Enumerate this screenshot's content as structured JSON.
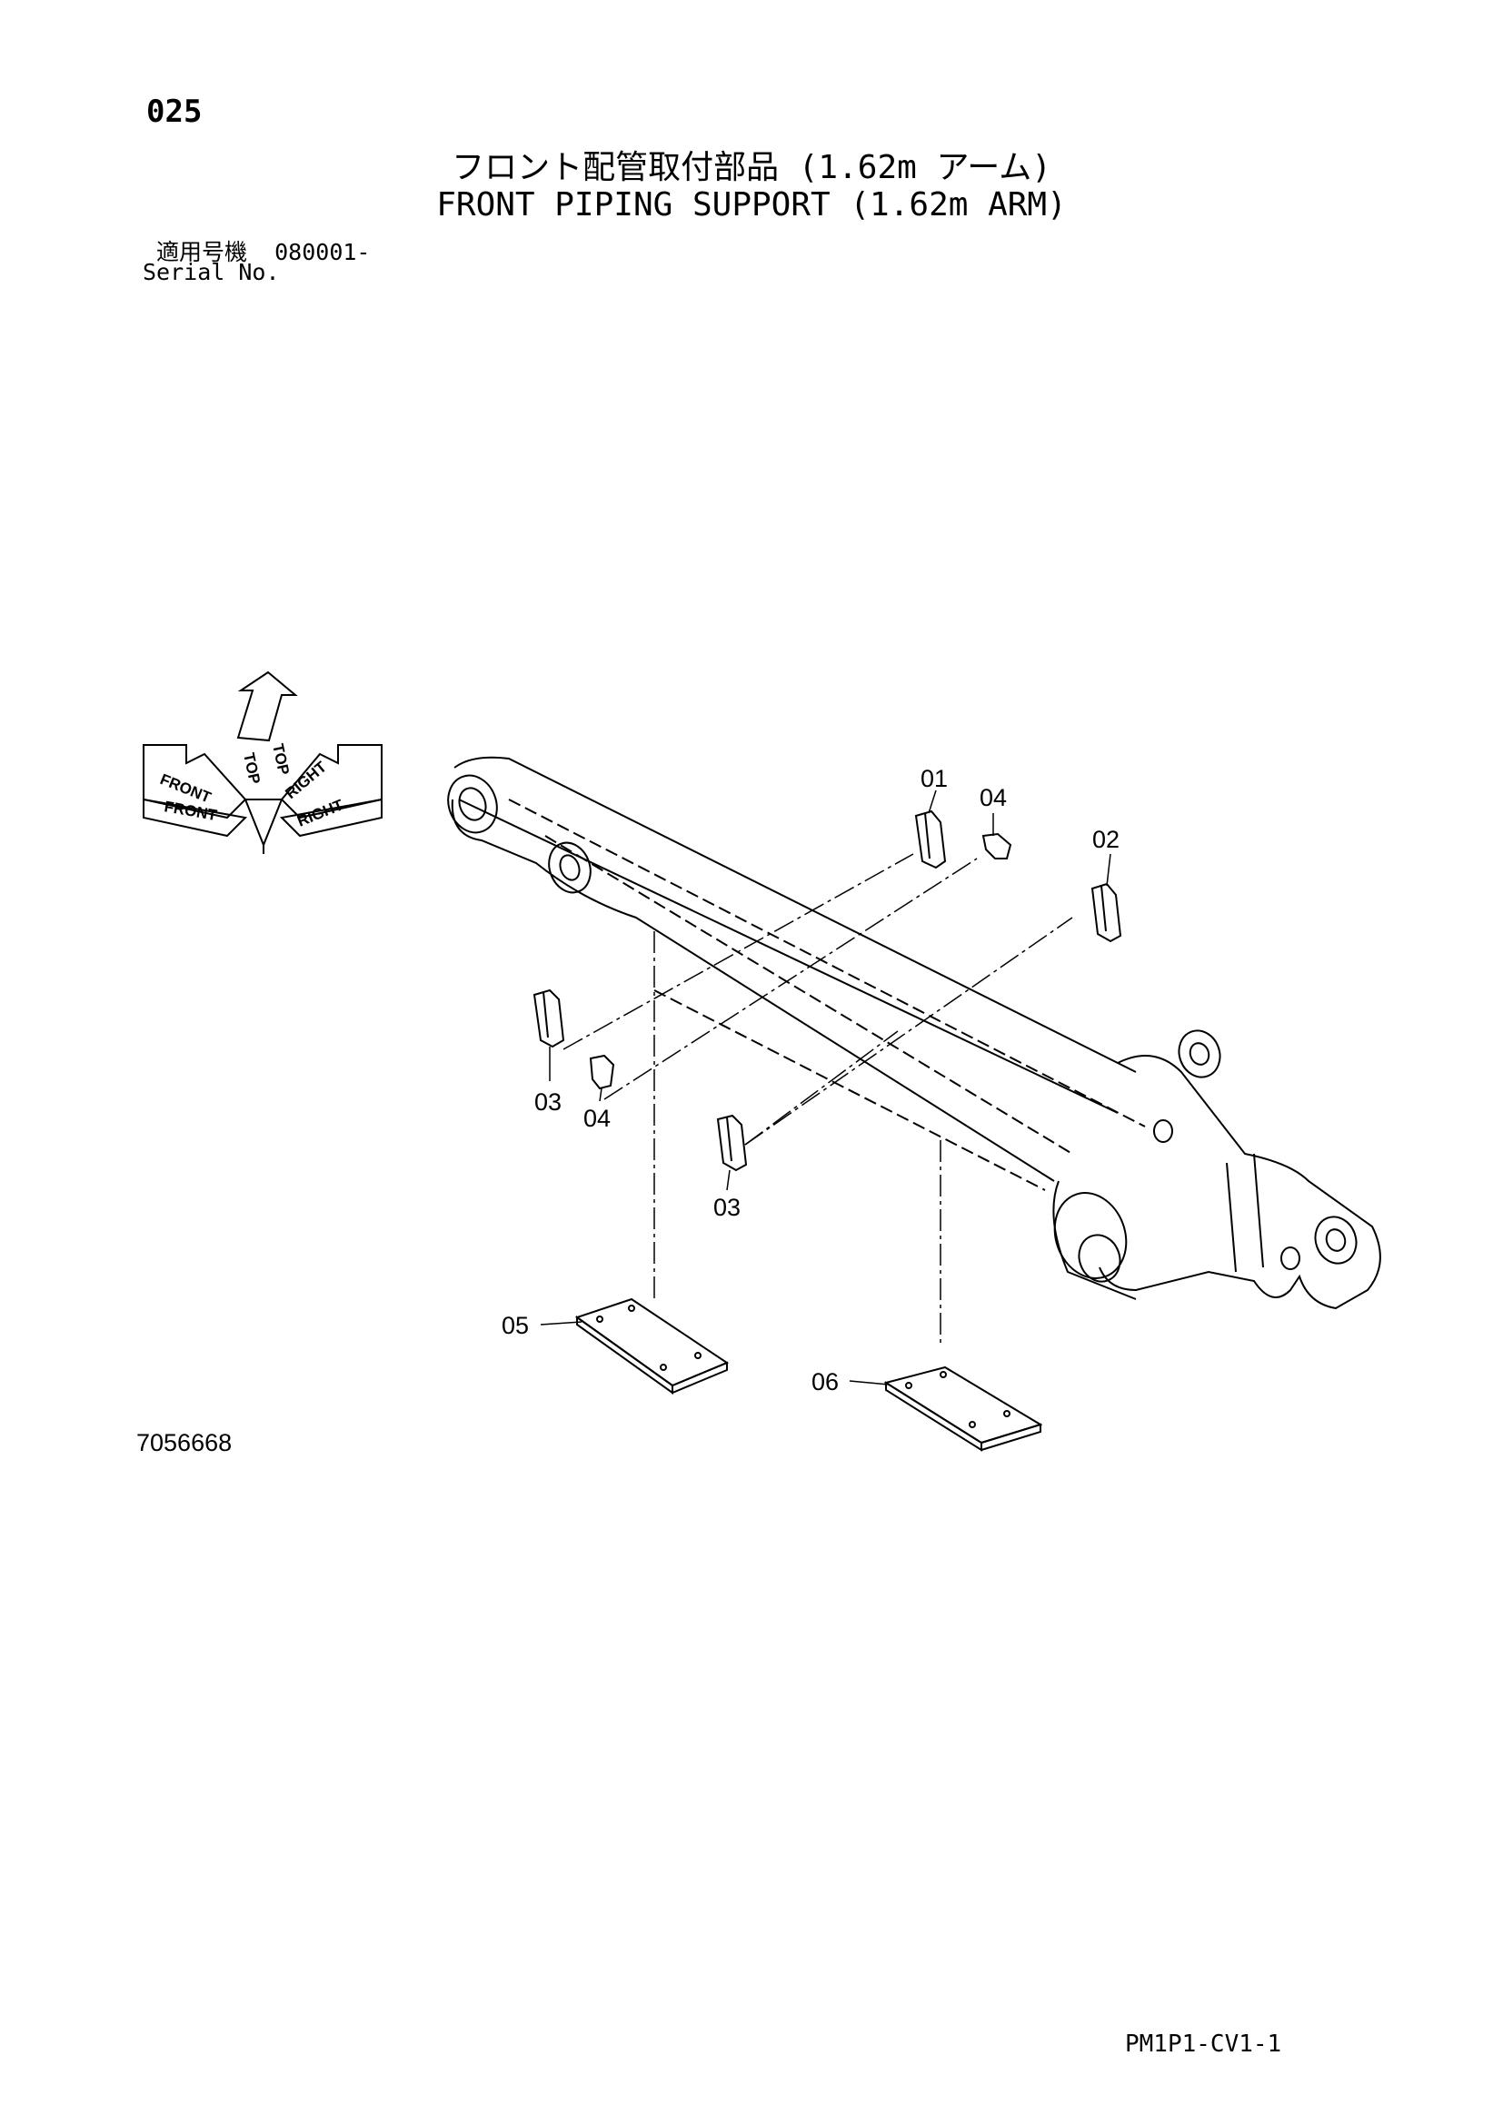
{
  "header": {
    "page_number": "025",
    "title_jp": "フロント配管取付部品 (1.62m アーム)",
    "title_en": "FRONT PIPING SUPPORT (1.62m ARM)",
    "serial_label_jp": "適用号機",
    "serial_value": "080001-",
    "serial_label_en": "Serial No."
  },
  "orientation": {
    "top": "TOP",
    "front": "FRONT",
    "right": "RIGHT"
  },
  "callouts": [
    {
      "id": "c01",
      "label": "01"
    },
    {
      "id": "c04a",
      "label": "04"
    },
    {
      "id": "c02",
      "label": "02"
    },
    {
      "id": "c03a",
      "label": "03"
    },
    {
      "id": "c04b",
      "label": "04"
    },
    {
      "id": "c03b",
      "label": "03"
    },
    {
      "id": "c05",
      "label": "05"
    },
    {
      "id": "c06",
      "label": "06"
    }
  ],
  "footer": {
    "drawing_number": "7056668",
    "sheet_code": "PM1P1-CV1-1"
  }
}
